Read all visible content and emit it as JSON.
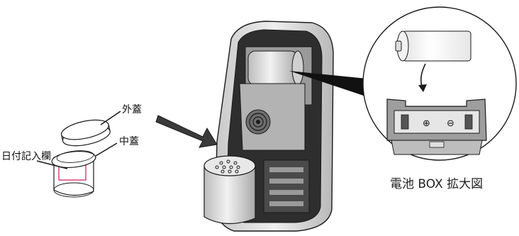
{
  "labels": {
    "outer_lid": "外蓋",
    "inner_lid": "中蓋",
    "date_field": "日付記入欄",
    "battery_box_caption": "電池 BOX 拡大図"
  },
  "colors": {
    "outline": "#1a1a1a",
    "body_light": "#d9d9d9",
    "body_mid": "#b3b3b3",
    "body_dark": "#3a3a3a",
    "date_box": "#d4145a"
  },
  "battery_terminals": {
    "positive": "⊕",
    "negative": "⊖"
  }
}
